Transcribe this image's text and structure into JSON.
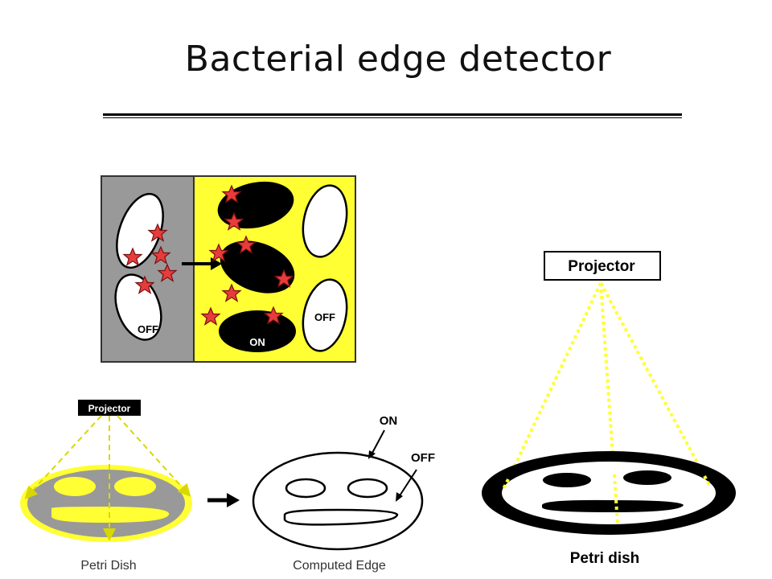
{
  "title": "Bacterial edge detector",
  "top_panel": {
    "off_label": "OFF",
    "on_label": "ON",
    "off_label_right": "OFF"
  },
  "bottom_left": {
    "projector_label": "Projector",
    "petri_dish_caption": "Petri Dish",
    "computed_edge_caption": "Computed Edge",
    "on_label": "ON",
    "off_label": "OFF"
  },
  "right_panel": {
    "projector_label": "Projector",
    "petri_dish_caption": "Petri dish"
  },
  "colors": {
    "yellow": "#ffff33",
    "gray": "#999999",
    "star": "#e83c3c",
    "black": "#000000",
    "dashed_beam": "#ffff33"
  }
}
